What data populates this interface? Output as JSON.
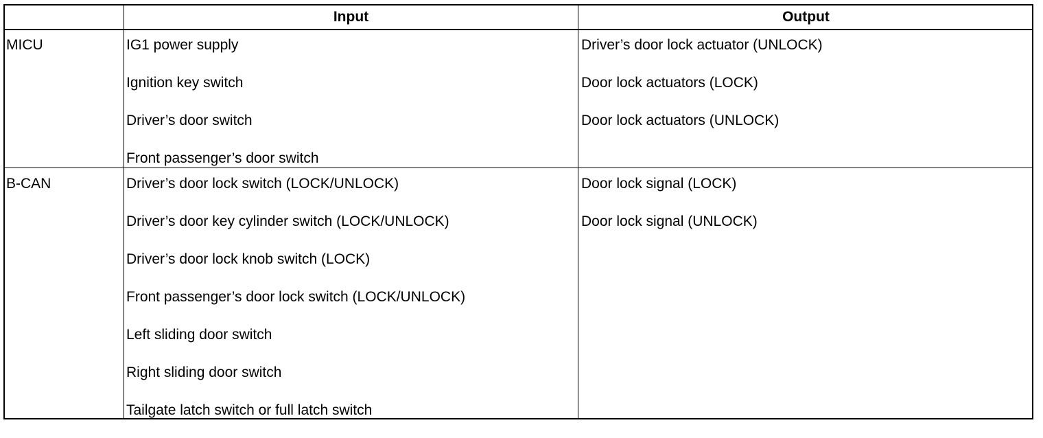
{
  "table": {
    "headers": {
      "corner": "",
      "input": "Input",
      "output": "Output"
    },
    "rows": [
      {
        "label": "MICU",
        "inputs": [
          "IG1 power supply",
          "Ignition key switch",
          "Driver’s door switch",
          "Front passenger’s door switch"
        ],
        "outputs": [
          "Driver’s door lock actuator (UNLOCK)",
          "Door lock actuators (LOCK)",
          "Door lock actuators (UNLOCK)"
        ]
      },
      {
        "label": "B-CAN",
        "inputs": [
          "Driver’s door lock switch (LOCK/UNLOCK)",
          "Driver’s door key cylinder switch (LOCK/UNLOCK)",
          "Driver’s door lock knob switch (LOCK)",
          "Front passenger’s door lock switch (LOCK/UNLOCK)",
          "Left sliding door switch",
          "Right sliding door switch",
          "Tailgate latch switch or full latch switch"
        ],
        "outputs": [
          "Door lock signal (LOCK)",
          "Door lock signal (UNLOCK)"
        ]
      }
    ]
  }
}
